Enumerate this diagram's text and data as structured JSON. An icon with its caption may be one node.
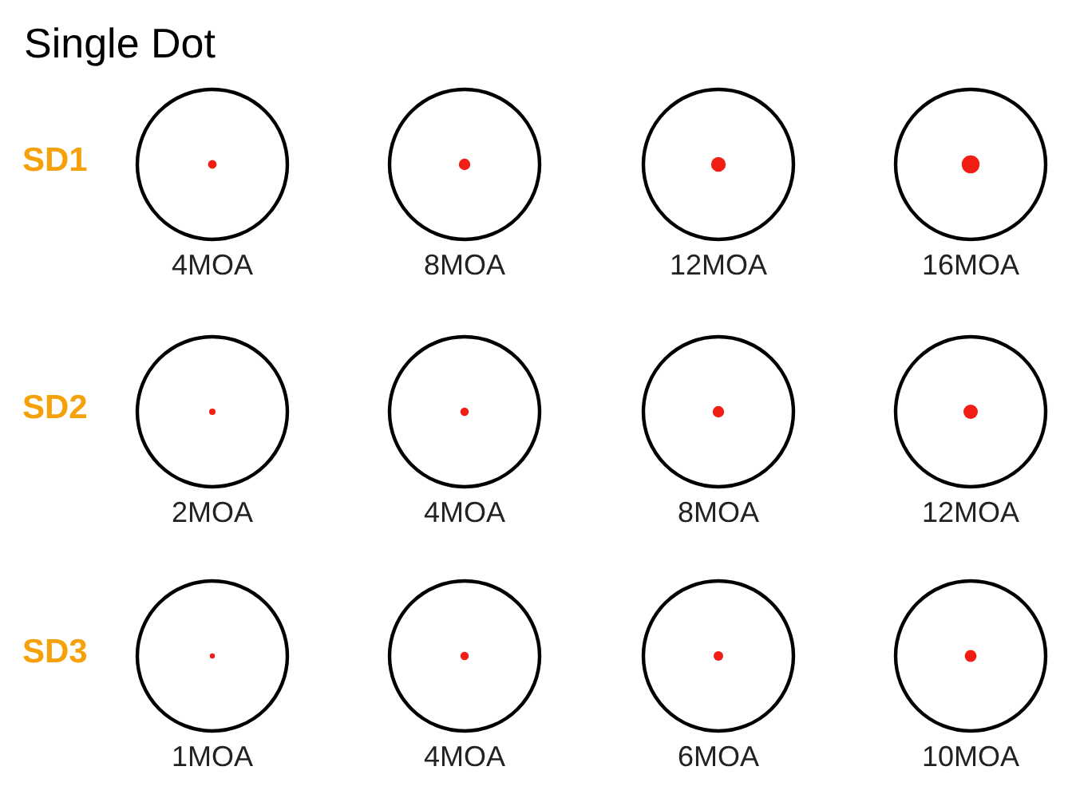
{
  "diagram": {
    "title": "Single Dot",
    "nodes": [
      {
        "text": [],
        "shape": "circle",
        "beside": [
          "4MOA"
        ]
      },
      {
        "text": [],
        "shape": "circle",
        "beside": [
          "8MOA"
        ]
      },
      {
        "text": [],
        "shape": "circle",
        "beside": [
          "12MOA"
        ]
      },
      {
        "text": [],
        "shape": "circle",
        "beside": [
          "16MOA"
        ]
      },
      {
        "text": [],
        "shape": "circle",
        "beside": [
          "2MOA"
        ]
      },
      {
        "text": [],
        "shape": "circle",
        "beside": [
          "4MOA"
        ]
      },
      {
        "text": [],
        "shape": "circle",
        "beside": [
          "8MOA"
        ]
      },
      {
        "text": [],
        "shape": "circle",
        "beside": [
          "12MOA"
        ]
      },
      {
        "text": [],
        "shape": "circle",
        "beside": [
          "1MOA"
        ]
      },
      {
        "text": [],
        "shape": "circle",
        "beside": [
          "4MOA"
        ]
      },
      {
        "text": [],
        "shape": "circle",
        "beside": [
          "6MOA"
        ]
      },
      {
        "text": [],
        "shape": "circle",
        "beside": [
          "10MOA"
        ]
      }
    ],
    "labels": [
      "SD1",
      "SD2",
      "SD3"
    ]
  }
}
